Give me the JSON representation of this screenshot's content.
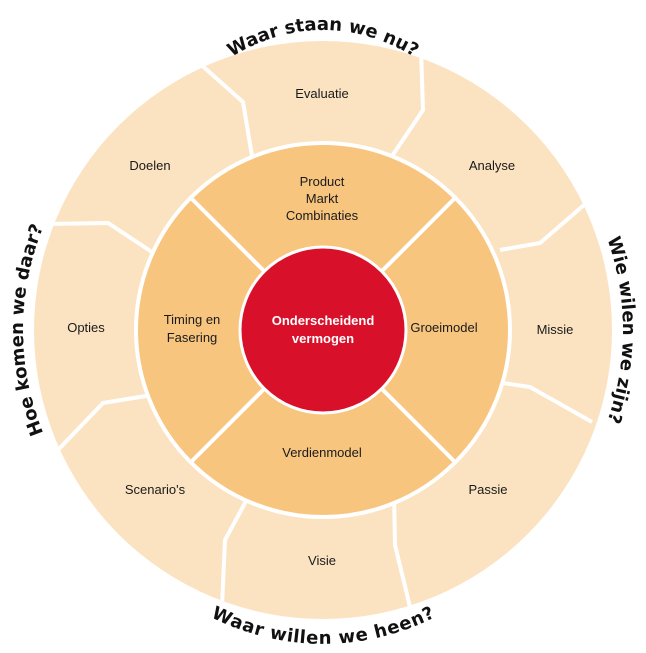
{
  "colors": {
    "outer": "#FBE3C2",
    "middle": "#F8C57F",
    "core": "#D9102A",
    "line": "#ffffff"
  },
  "questions": {
    "top": "Waar staan we nu?",
    "right": "Wie wilen we zijn?",
    "bottom": "Waar willen we heen?",
    "left": "Hoe komen we daar?"
  },
  "outer": {
    "evaluatie": "Evaluatie",
    "analyse": "Analyse",
    "missie": "Missie",
    "passie": "Passie",
    "visie": "Visie",
    "scenarios": "Scenario's",
    "opties": "Opties",
    "doelen": "Doelen"
  },
  "middle": {
    "pmc1": "Product",
    "pmc2": "Markt",
    "pmc3": "Combinaties",
    "groei": "Groeimodel",
    "verdien": "Verdienmodel",
    "timing1": "Timing en",
    "timing2": "Fasering"
  },
  "core": {
    "line1": "Onderscheidend",
    "line2": "vermogen"
  }
}
